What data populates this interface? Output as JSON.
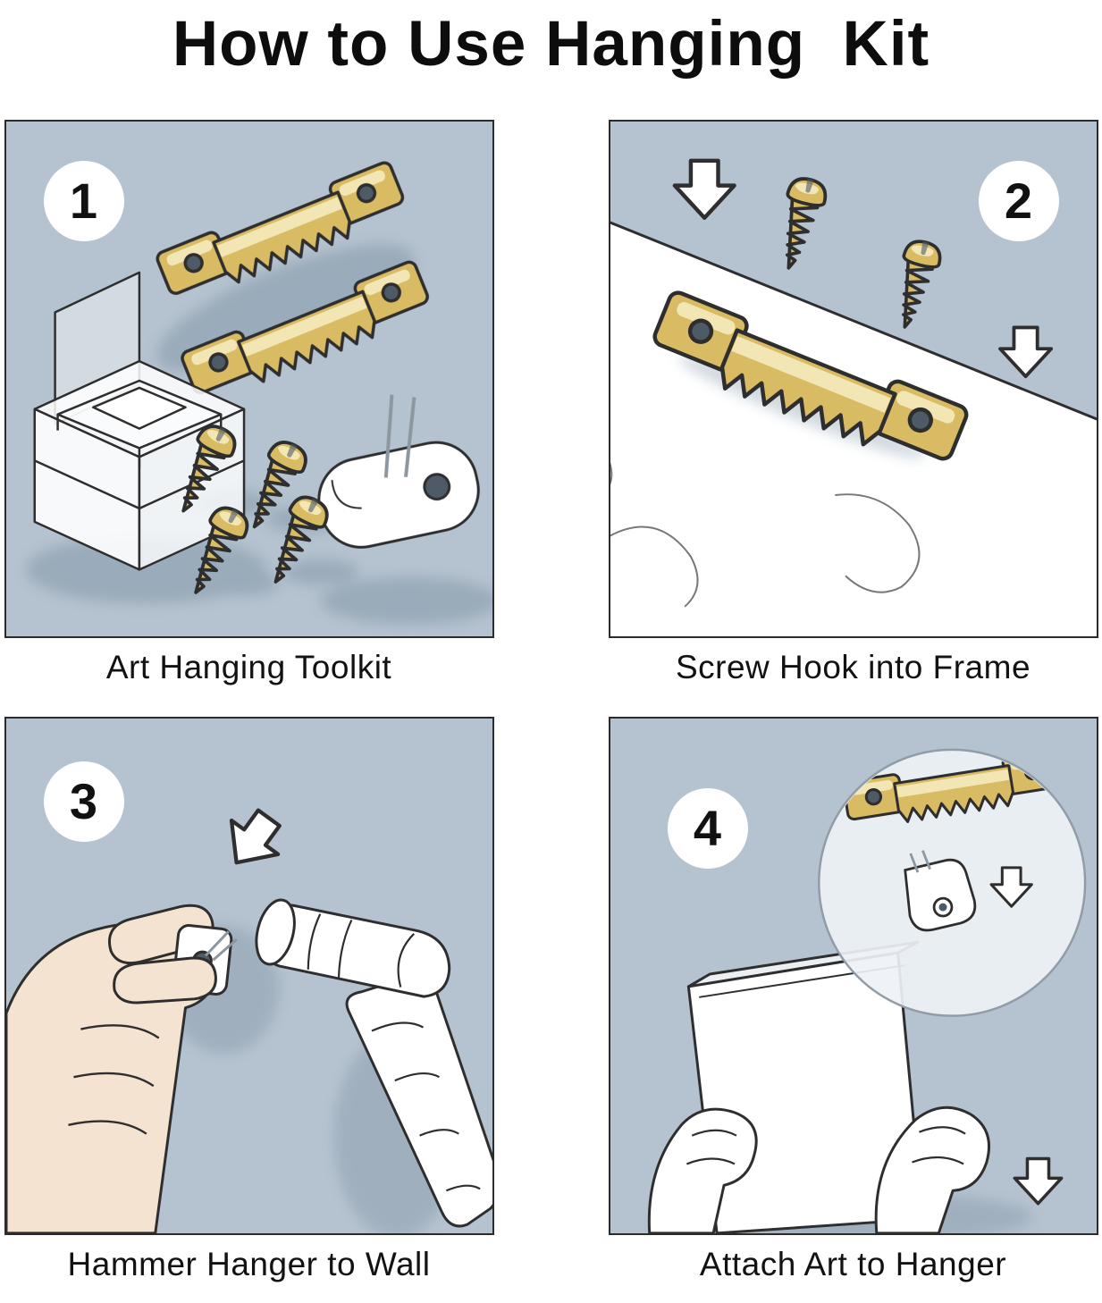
{
  "title": "How to Use Hanging  Kit",
  "steps": [
    {
      "number": "1",
      "caption": "Art Hanging Toolkit"
    },
    {
      "number": "2",
      "caption": "Screw Hook into Frame"
    },
    {
      "number": "3",
      "caption": "Hammer Hanger to Wall"
    },
    {
      "number": "4",
      "caption": "Attach Art to Hanger"
    }
  ],
  "colors": {
    "panel_background": "#b5c2cf",
    "brass": "#d8bb63",
    "brass_light": "#f2e7b4",
    "outline": "#2e2e2e",
    "skin": "#f4e3d0",
    "white": "#ffffff",
    "hole": "#4e5a66",
    "shadow": "#7f94a6"
  }
}
